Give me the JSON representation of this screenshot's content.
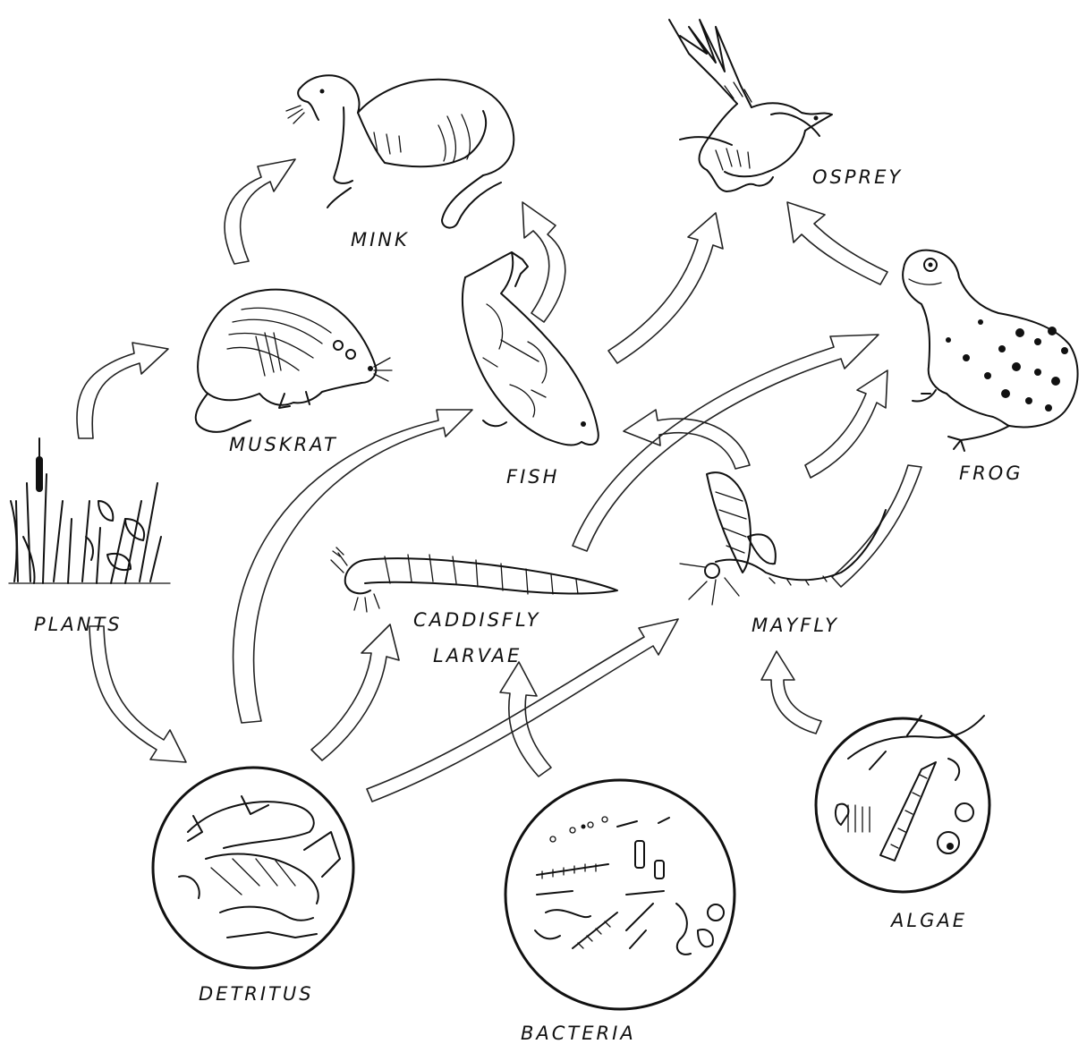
{
  "labels": {
    "mink": "MINK",
    "osprey": "OSPREY",
    "muskrat": "MUSKRAT",
    "fish": "FISH",
    "frog": "FROG",
    "plants": "PLANTS",
    "caddisfly_line1": "CADDISFLY",
    "caddisfly_line2": "LARVAE",
    "mayfly": "MAYFLY",
    "detritus": "DETRITUS",
    "bacteria": "BACTERIA",
    "algae": "ALGAE"
  },
  "links": [
    {
      "from": "PLANTS",
      "to": "MUSKRAT"
    },
    {
      "from": "PLANTS",
      "to": "DETRITUS"
    },
    {
      "from": "MUSKRAT",
      "to": "MINK"
    },
    {
      "from": "FISH",
      "to": "MINK"
    },
    {
      "from": "FISH",
      "to": "OSPREY"
    },
    {
      "from": "FROG",
      "to": "OSPREY"
    },
    {
      "from": "DETRITUS",
      "to": "FISH"
    },
    {
      "from": "DETRITUS",
      "to": "CADDISFLY LARVAE"
    },
    {
      "from": "DETRITUS",
      "to": "MAYFLY"
    },
    {
      "from": "BACTERIA",
      "to": "CADDISFLY LARVAE"
    },
    {
      "from": "ALGAE",
      "to": "MAYFLY"
    },
    {
      "from": "CADDISFLY LARVAE",
      "to": "FROG"
    },
    {
      "from": "MAYFLY",
      "to": "FISH"
    },
    {
      "from": "MAYFLY",
      "to": "FROG"
    }
  ]
}
